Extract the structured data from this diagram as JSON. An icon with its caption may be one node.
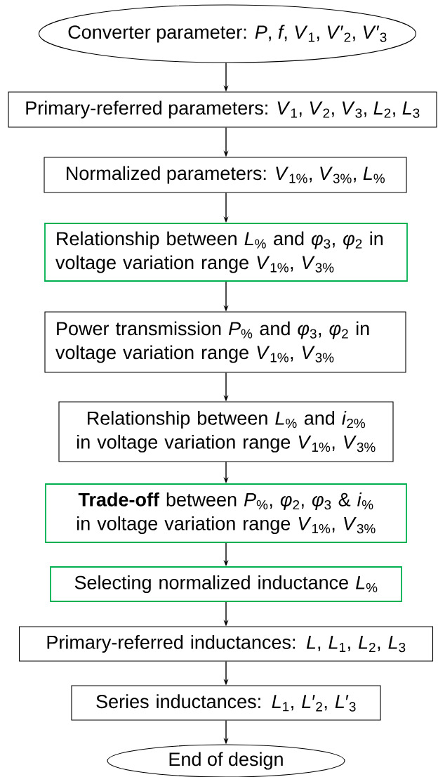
{
  "diagram": {
    "nodes": [
      {
        "text": [
          "Converter parameter: *P*, *f*, *V*$_{1}$,  *V*′$_{2}$, *V*′$_{3}$"
        ]
      },
      {
        "text": [
          "Primary-referred parameters: *V*$_{1}$, *V*$_{2}$, *V*$_{3}$, *L*$_{2}$, *L*$_{3}$"
        ]
      },
      {
        "text": [
          "Normalized parameters: *V*$_{1%}$, *V*$_{3%}$, *L*$_{%}$"
        ]
      },
      {
        "text": [
          "Relationship between *L*$_{%}$ and *φ*$_{3}$, *φ*$_{2}$ in voltage variation range *V*$_{1%}$, *V*$_{3%}$"
        ]
      },
      {
        "text": [
          "Power transmission *P*$_{%}$ and *φ*$_{3}$, *φ*$_{2}$ in voltage variation range *V*$_{1%}$, *V*$_{3%}$"
        ]
      },
      {
        "text": [
          "Relationship between *L*$_{%}$ and *i*$_{2%}$ in voltage variation range *V*$_{1%}$, *V*$_{3%}$"
        ]
      },
      {
        "text": [
          "**Trade-off** between *P*$_{%}$, *φ*$_{2}$, *φ*$_{3}$ & *i*$_{%}$ in voltage variation range *V*$_{1%}$, *V*$_{3%}$"
        ]
      },
      {
        "text": [
          "Selecting normalized inductance *L*$_{%}$"
        ]
      },
      {
        "text": [
          "Primary-referred inductances: *L*, *L*$_{1}$, *L*$_{2}$, *L*$_{3}$"
        ]
      },
      {
        "text": [
          "Series inductances: *L*$_{1}$, *L*′$_{2}$, *L*′$_{3}$"
        ]
      },
      {
        "text": [
          "End of design"
        ]
      }
    ],
    "edges": [
      {
        "from": 0,
        "to": 1,
        "arrow": "to"
      },
      {
        "from": 1,
        "to": 2,
        "arrow": "to"
      },
      {
        "from": 2,
        "to": 3,
        "arrow": "to"
      },
      {
        "from": 3,
        "to": 4,
        "arrow": "to"
      },
      {
        "from": 4,
        "to": 5,
        "arrow": "to"
      },
      {
        "from": 5,
        "to": 6,
        "arrow": "to"
      },
      {
        "from": 6,
        "to": 7,
        "arrow": "to"
      },
      {
        "from": 7,
        "to": 8,
        "arrow": "to"
      },
      {
        "from": 8,
        "to": 9,
        "arrow": "to"
      },
      {
        "from": 9,
        "to": 10,
        "arrow": "to"
      }
    ]
  }
}
